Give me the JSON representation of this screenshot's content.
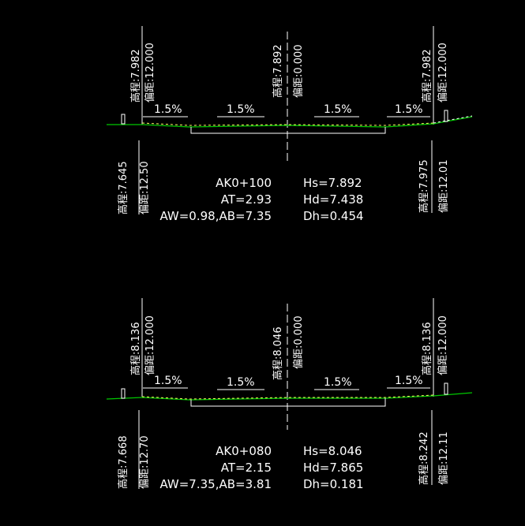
{
  "sections": [
    {
      "top_left_labels": [
        "高程:7.982",
        "偏距:12.000"
      ],
      "top_center_labels": [
        "高程:7.892",
        "偏距:0.000"
      ],
      "top_right_labels": [
        "高程:7.982",
        "偏距:12.000"
      ],
      "slopes": [
        "1.5%",
        "1.5%",
        "1.5%",
        "1.5%"
      ],
      "bottom_left_labels": [
        "高程:7.645",
        "偏距:12.50"
      ],
      "bottom_right_labels": [
        "高程:7.975",
        "偏距:12.01"
      ],
      "info_left": [
        "AK0+100",
        "AT=2.93",
        "AW=0.98,AB=7.35"
      ],
      "info_right": [
        "Hs=7.892",
        "Hd=7.438",
        "Dh=0.454"
      ]
    },
    {
      "top_left_labels": [
        "高程:8.136",
        "偏距:12.000"
      ],
      "top_center_labels": [
        "高程:8.046",
        "偏距:0.000"
      ],
      "top_right_labels": [
        "高程:8.136",
        "偏距:12.000"
      ],
      "slopes": [
        "1.5%",
        "1.5%",
        "1.5%",
        "1.5%"
      ],
      "bottom_left_labels": [
        "高程:7.668",
        "偏距:12.70"
      ],
      "bottom_right_labels": [
        "高程:8.242",
        "偏距:12.11"
      ],
      "info_left": [
        "AK0+080",
        "AT=2.15",
        "AW=7.35,AB=3.81"
      ],
      "info_right": [
        "Hs=8.046",
        "Hd=7.865",
        "Dh=0.181"
      ]
    }
  ],
  "colors": {
    "background": "#000000",
    "line": "#ffffff",
    "ground": "#00c800",
    "design": "#ffff66"
  }
}
